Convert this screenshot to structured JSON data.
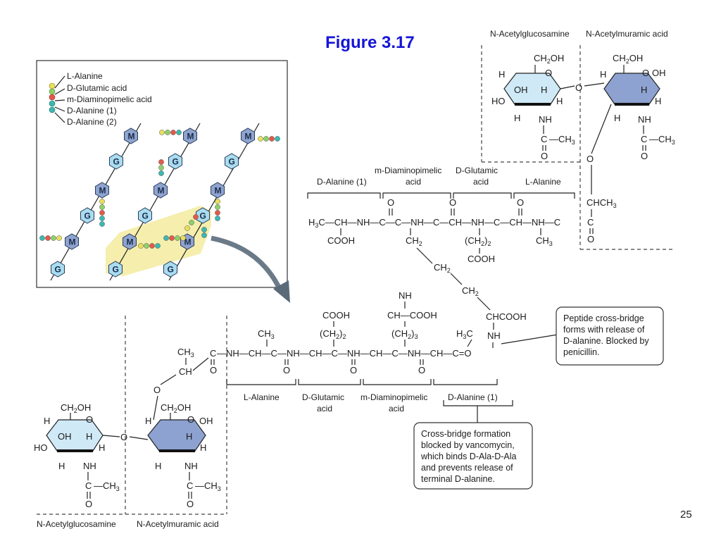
{
  "slide": {
    "title": "Figure 3.17",
    "page_number": "25"
  },
  "inset": {
    "legend": [
      {
        "label": "L-Alanine",
        "color": "#e8e05a"
      },
      {
        "label": "D-Glutamic acid",
        "color": "#8fd06a"
      },
      {
        "label": "m-Diaminopimelic acid",
        "color": "#e25a4a"
      },
      {
        "label": "D-Alanine (1)",
        "color": "#3db8b0"
      },
      {
        "label": "D-Alanine (2)",
        "color": "#d9a43a"
      }
    ],
    "g_label": "G",
    "m_label": "M",
    "colors": {
      "g_fill": "#a9dcf0",
      "m_fill": "#8ea4cf",
      "highlight": "#f4eca4"
    }
  },
  "top": {
    "sugar_names": [
      "N-Acetylglucosamine",
      "N-Acetylmuramic acid"
    ],
    "bracket_labels": {
      "d_alanine_1": "D-Alanine (1)",
      "m_dap_line1": "m-Diaminopimelic",
      "m_dap_line2": "acid",
      "d_glu_line1": "D-Glutamic",
      "d_glu_line2": "acid",
      "l_alanine": "L-Alanine"
    }
  },
  "bottom": {
    "sugar_names": [
      "N-Acetylglucosamine",
      "N-Acetylmuramic acid"
    ],
    "bracket_labels": {
      "l_alanine": "L-Alanine",
      "d_glu_line1": "D-Glutamic",
      "d_glu_line2": "acid",
      "m_dap_line1": "m-Diaminopimelic",
      "m_dap_line2": "acid",
      "d_alanine_1": "D-Alanine (1)"
    }
  },
  "callouts": {
    "peptide": [
      "Peptide cross-bridge",
      "forms with release of",
      "D-alanine. Blocked by",
      "penicillin."
    ],
    "vancomycin": [
      "Cross-bridge formation",
      "blocked by vancomycin,",
      "which binds D-Ala-D-Ala",
      "and prevents release of",
      "terminal D-alanine."
    ]
  },
  "colors": {
    "glcnac_fill": "#cfe9f7",
    "murnac_fill": "#8da2d0",
    "title_blue": "#1515d8"
  }
}
